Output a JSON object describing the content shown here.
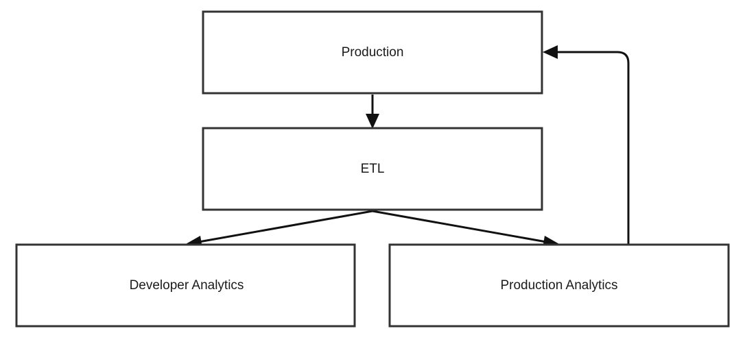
{
  "nodes": {
    "production": {
      "label": "Production"
    },
    "etl": {
      "label": "ETL"
    },
    "developer_analytics": {
      "label": "Developer Analytics"
    },
    "production_analytics": {
      "label": "Production Analytics"
    }
  },
  "edges": [
    {
      "from": "Production",
      "to": "ETL"
    },
    {
      "from": "ETL",
      "to": "Developer Analytics"
    },
    {
      "from": "ETL",
      "to": "Production Analytics"
    },
    {
      "from": "Production Analytics",
      "to": "Production"
    }
  ]
}
